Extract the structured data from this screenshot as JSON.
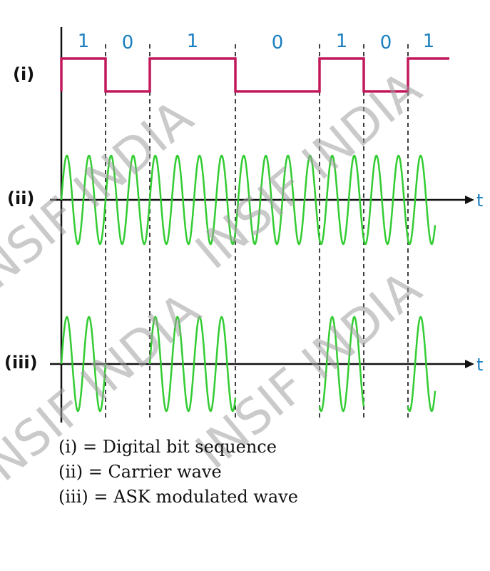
{
  "diagram": {
    "bits": [
      "1",
      "0",
      "1",
      "0",
      "1",
      "0",
      "1"
    ],
    "row_labels": {
      "i": "(i)",
      "ii": "(ii)",
      "iii": "(iii)"
    },
    "axis_label": "t",
    "legend": [
      "(i) = Digital bit sequence",
      "(ii) = Carrier wave",
      "(iii) = ASK modulated wave"
    ],
    "colors": {
      "bits": "#c2185b",
      "carrier": "#33cc33",
      "bit_text": "#1a7fc1",
      "axis": "#111111",
      "watermark": "#9e9e9e"
    },
    "watermark": "INSIF INDIA"
  }
}
